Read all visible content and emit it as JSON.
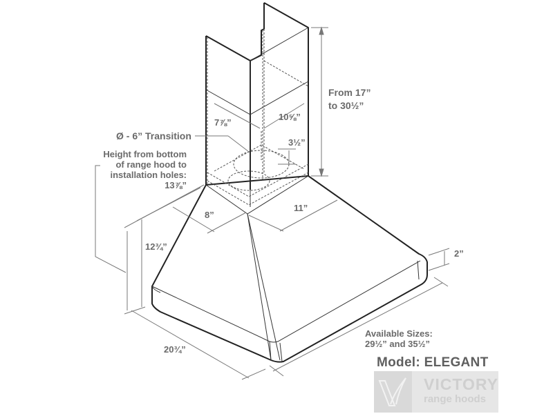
{
  "diagram": {
    "subject": "Wall-mount range hood dimension drawing",
    "labels": {
      "chimney_height": "From 17”\nto 30½”",
      "chimney_depth": "7⅞”",
      "chimney_width": "10⅝”",
      "transition": "Ø - 6” Transition",
      "transition_height": "3½”",
      "install_height": "Height from bottom\nof range hood to\ninstallation holes:\n13⅞”",
      "top_depth": "8”",
      "top_width": "11”",
      "hood_height": "12¾”",
      "trim_height": "2”",
      "hood_depth": "20¾”",
      "available_sizes": "Available Sizes:\n29½” and 35½”"
    },
    "model": "Model: ELEGANT",
    "logo": {
      "brand": "VICTORY",
      "tagline": "range hoods"
    }
  }
}
